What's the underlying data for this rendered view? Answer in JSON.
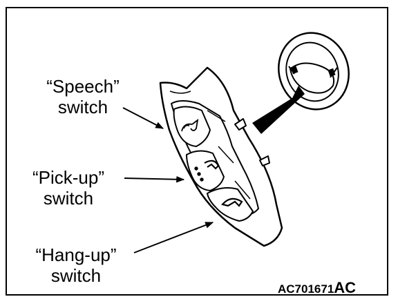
{
  "labels": {
    "speech": {
      "line1": "“Speech”",
      "line2": "switch"
    },
    "pickup": {
      "line1": "“Pick-up”",
      "line2": "switch"
    },
    "hangup": {
      "line1": "“Hang-up”",
      "line2": "switch"
    }
  },
  "figure_code": {
    "prefix": "AC701671",
    "suffix": "AC"
  },
  "colors": {
    "ink": "#000000",
    "paper": "#ffffff",
    "shade": "#9a9a9a"
  },
  "icons": [
    "speech-switch-icon",
    "pick-up-phone-icon",
    "hang-up-phone-icon"
  ]
}
